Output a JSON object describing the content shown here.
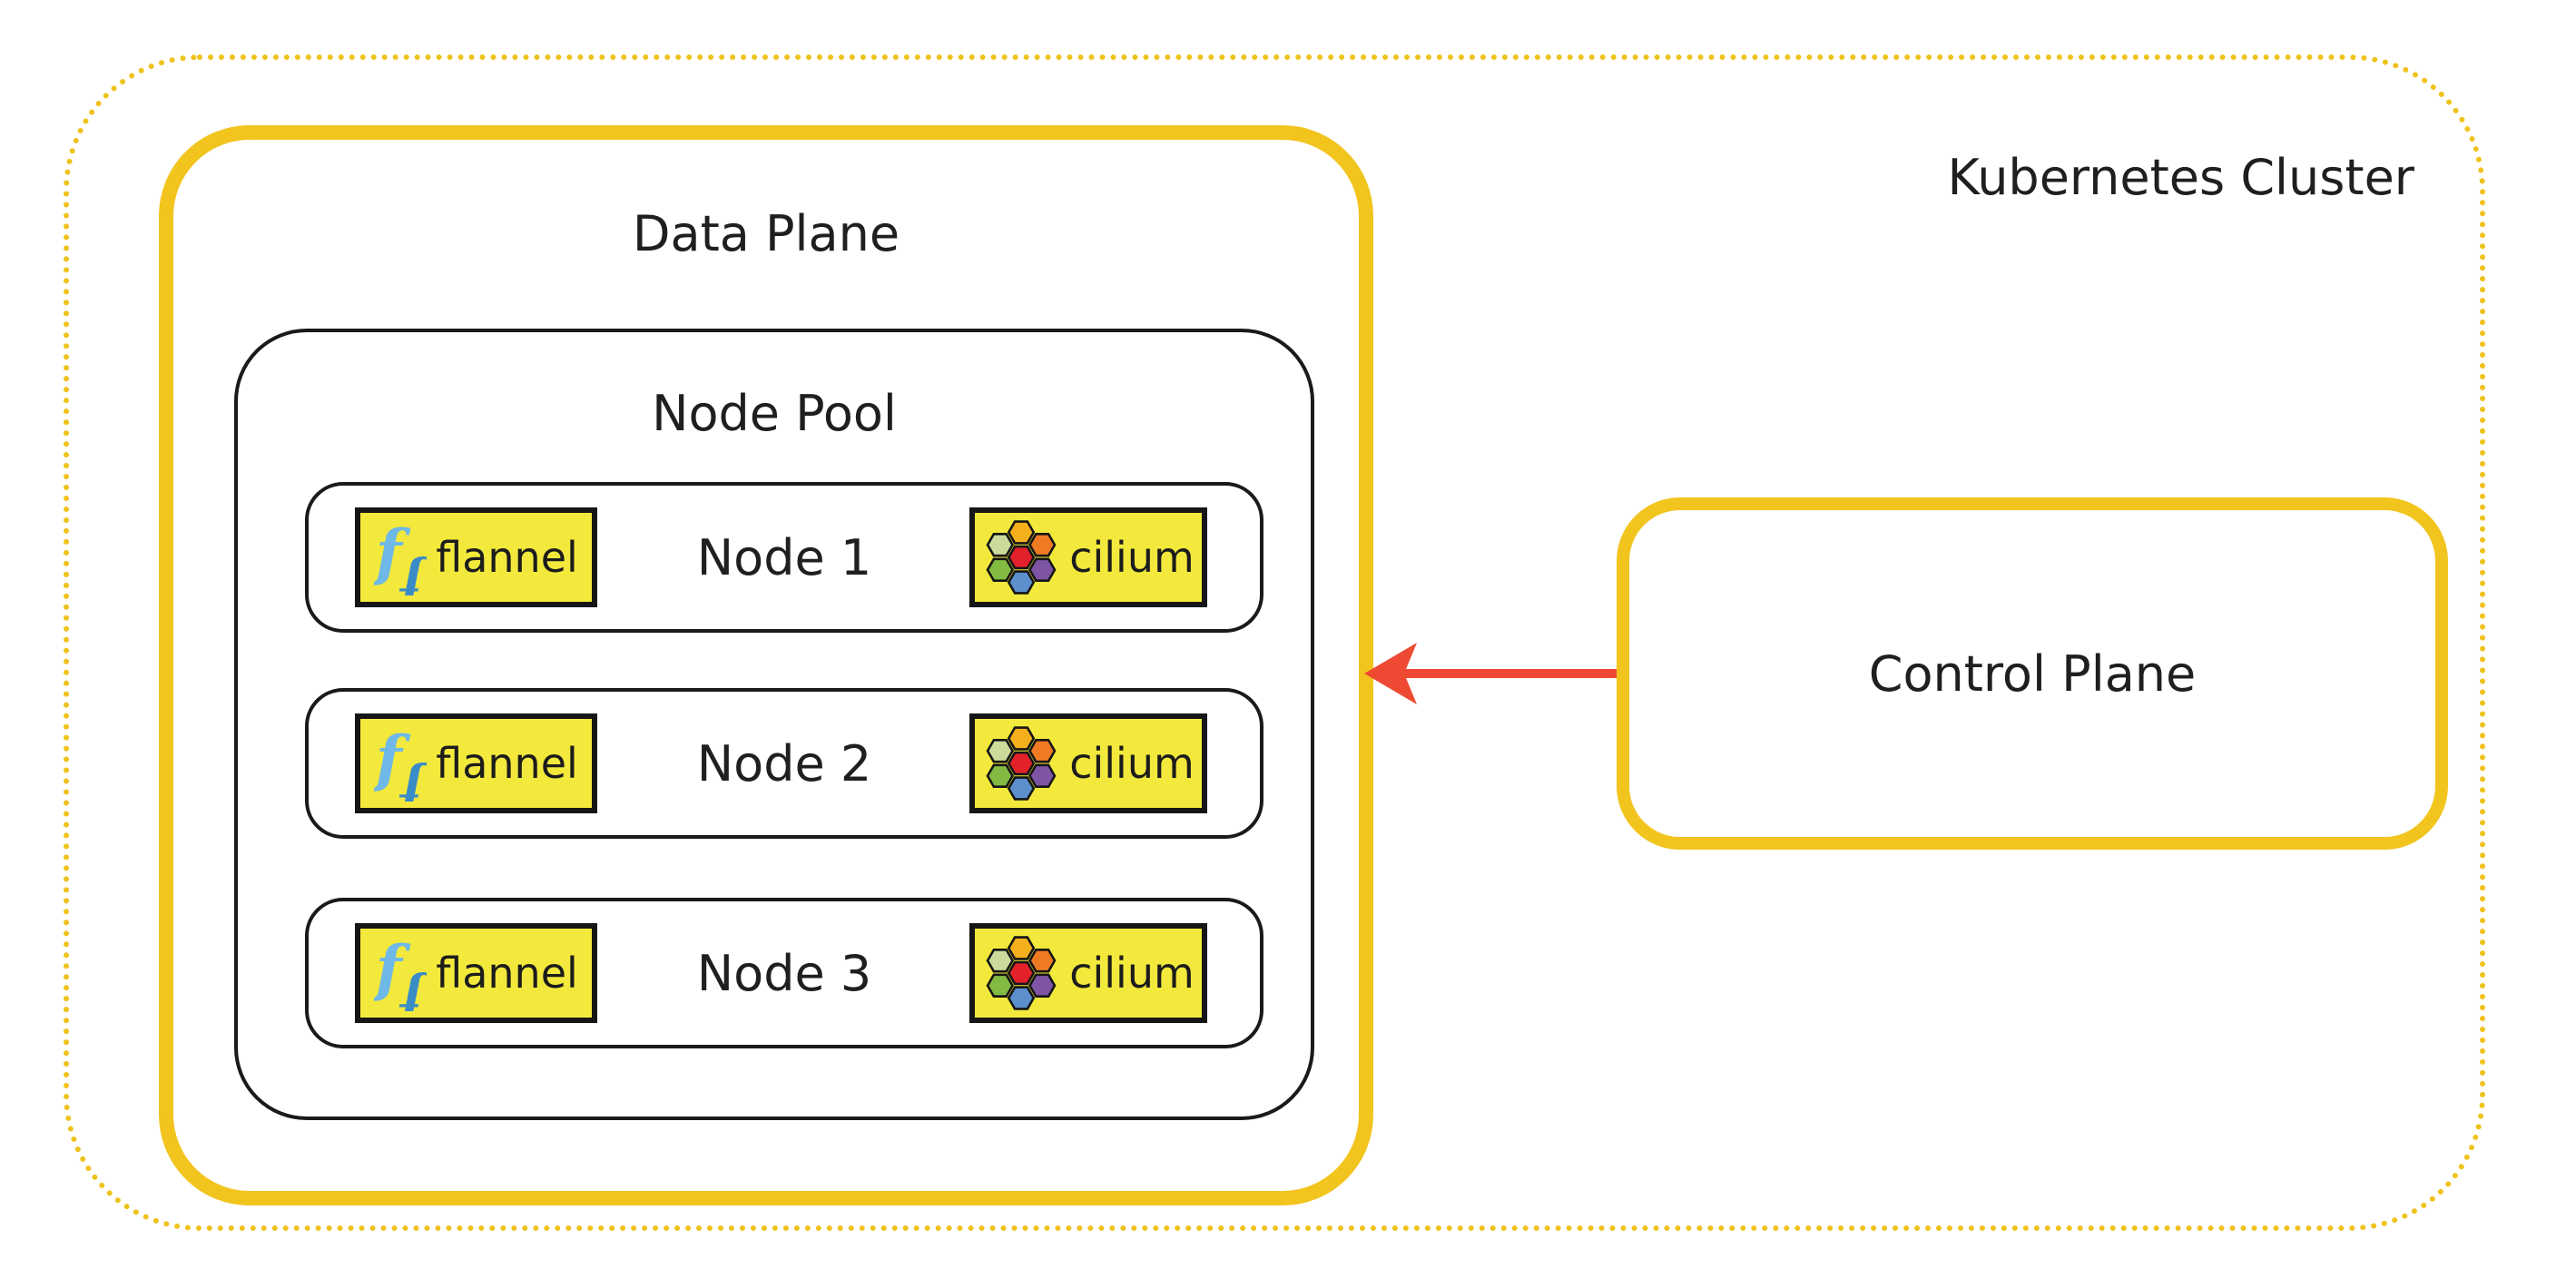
{
  "title": "Kubernetes Cluster",
  "data_plane": {
    "label": "Data Plane"
  },
  "node_pool": {
    "label": "Node Pool",
    "nodes": [
      {
        "label": "Node 1",
        "left_badge": "flannel",
        "right_badge": "cilium"
      },
      {
        "label": "Node 2",
        "left_badge": "flannel",
        "right_badge": "cilium"
      },
      {
        "label": "Node 3",
        "left_badge": "flannel",
        "right_badge": "cilium"
      }
    ]
  },
  "control_plane": {
    "label": "Control Plane"
  },
  "connections": [
    {
      "from": "Control Plane",
      "to": "Data Plane",
      "style": "red-arrow",
      "direction": "left"
    }
  ],
  "colors": {
    "accent_gold": "#F2C41E",
    "badge_yellow": "#F3E93C",
    "arrow_red": "#EE4A33",
    "outline_black": "#1A1A1A",
    "text": "#1F1F1F",
    "flannel_blue_light": "#6FB9E8",
    "flannel_blue_dark": "#3A8CC7",
    "cilium_hex_top": "#F4B01C",
    "cilium_hex_upper_left": "#CBDB9B",
    "cilium_hex_upper_right": "#EE7B24",
    "cilium_hex_center": "#E3212B",
    "cilium_hex_lower_left": "#83BB42",
    "cilium_hex_lower_right": "#7E55A3",
    "cilium_hex_bottom": "#5C8FCC"
  }
}
